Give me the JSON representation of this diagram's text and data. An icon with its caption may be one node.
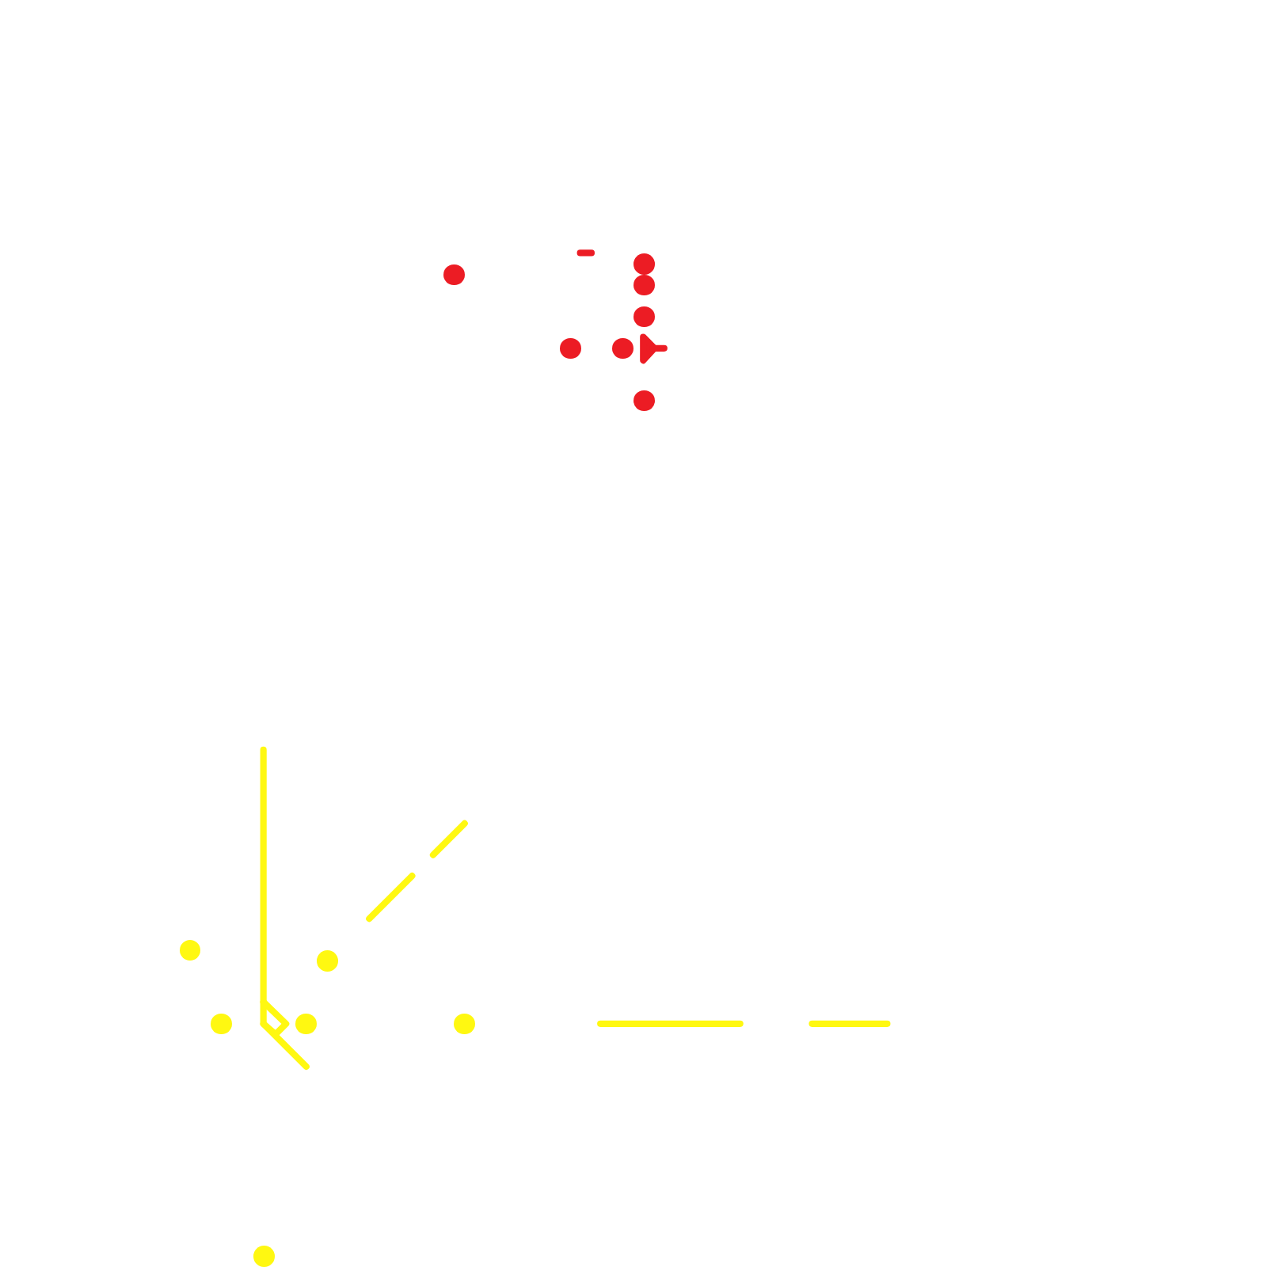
{
  "diagram": {
    "nodes": [
      {
        "text": [],
        "shape": "circle"
      },
      {
        "text": [],
        "shape": "circle"
      },
      {
        "text": [],
        "shape": "circle"
      },
      {
        "text": [],
        "shape": "circle"
      },
      {
        "text": [],
        "shape": "circle"
      },
      {
        "text": [],
        "shape": "circle"
      },
      {
        "text": [],
        "shape": "circle"
      },
      {
        "text": [],
        "shape": "circle"
      },
      {
        "text": [],
        "shape": "circle"
      },
      {
        "text": [],
        "shape": "circle"
      },
      {
        "text": [],
        "shape": "circle"
      },
      {
        "text": [],
        "shape": "circle"
      },
      {
        "text": [],
        "shape": "circle"
      }
    ]
  }
}
